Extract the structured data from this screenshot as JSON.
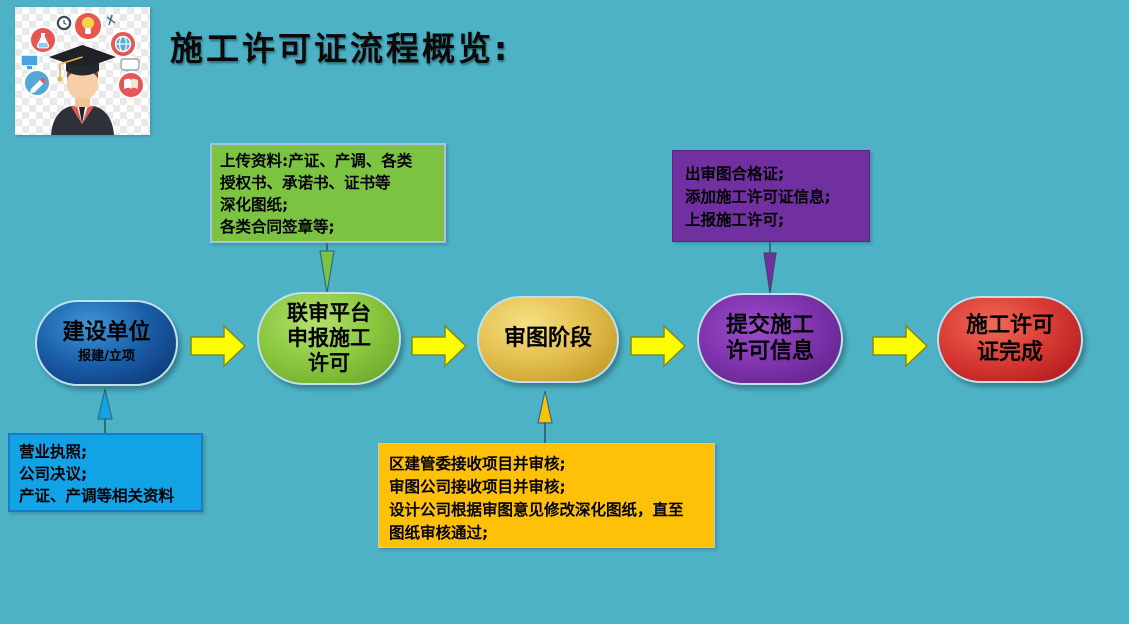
{
  "title": "施工许可证流程概览:",
  "nodes": [
    {
      "id": "construction-unit",
      "lines": [
        "建设单位"
      ],
      "sublabel": "报建/立项"
    },
    {
      "id": "joint-review-platform",
      "lines": [
        "联审平台",
        "申报施工",
        "许可"
      ]
    },
    {
      "id": "drawing-review-stage",
      "lines": [
        "审图阶段"
      ]
    },
    {
      "id": "submit-permit-info",
      "lines": [
        "提交施工",
        "许可信息"
      ]
    },
    {
      "id": "permit-complete",
      "lines": [
        "施工许可",
        "证完成"
      ]
    }
  ],
  "callouts": {
    "upload": {
      "lines": [
        "上传资料:产证、产调、各类",
        "授权书、承诺书、证书等",
        "深化图纸;",
        "各类合同签章等;"
      ]
    },
    "issue": {
      "lines": [
        "出审图合格证;",
        "添加施工许可证信息;",
        "上报施工许可;"
      ]
    },
    "license": {
      "lines": [
        "营业执照;",
        "公司决议;",
        "产证、产调等相关资料"
      ]
    },
    "review": {
      "lines": [
        "区建管委接收项目并审核;",
        "审图公司接收项目并审核;",
        "设计公司根据审图意见修改深化图纸，直至",
        "图纸审核通过;"
      ]
    }
  },
  "colors": {
    "background": "#4DB2C6",
    "flow_arrow": "#FDFF00",
    "flow_arrow_border": "#7F8A1E",
    "node_blue": "#0A2E6A",
    "node_green": "#7CC342",
    "node_gold": "#D8B540",
    "node_purple": "#7030A0",
    "node_red": "#C32A28",
    "callout_green": "#7CC342",
    "callout_purple": "#7030A0",
    "callout_blue": "#12A2E6",
    "callout_orange": "#FFC008",
    "title_color": "#0a0a0a"
  },
  "illustration": {
    "description": "graduate-student-with-idea-icons",
    "icons": [
      "flask-icon",
      "clock-icon",
      "lightbulb-icon",
      "satellite-icon",
      "globe-icon",
      "monitor-icon",
      "pencil-icon",
      "speech-bubble-icon",
      "book-icon",
      "graduate-icon"
    ]
  }
}
